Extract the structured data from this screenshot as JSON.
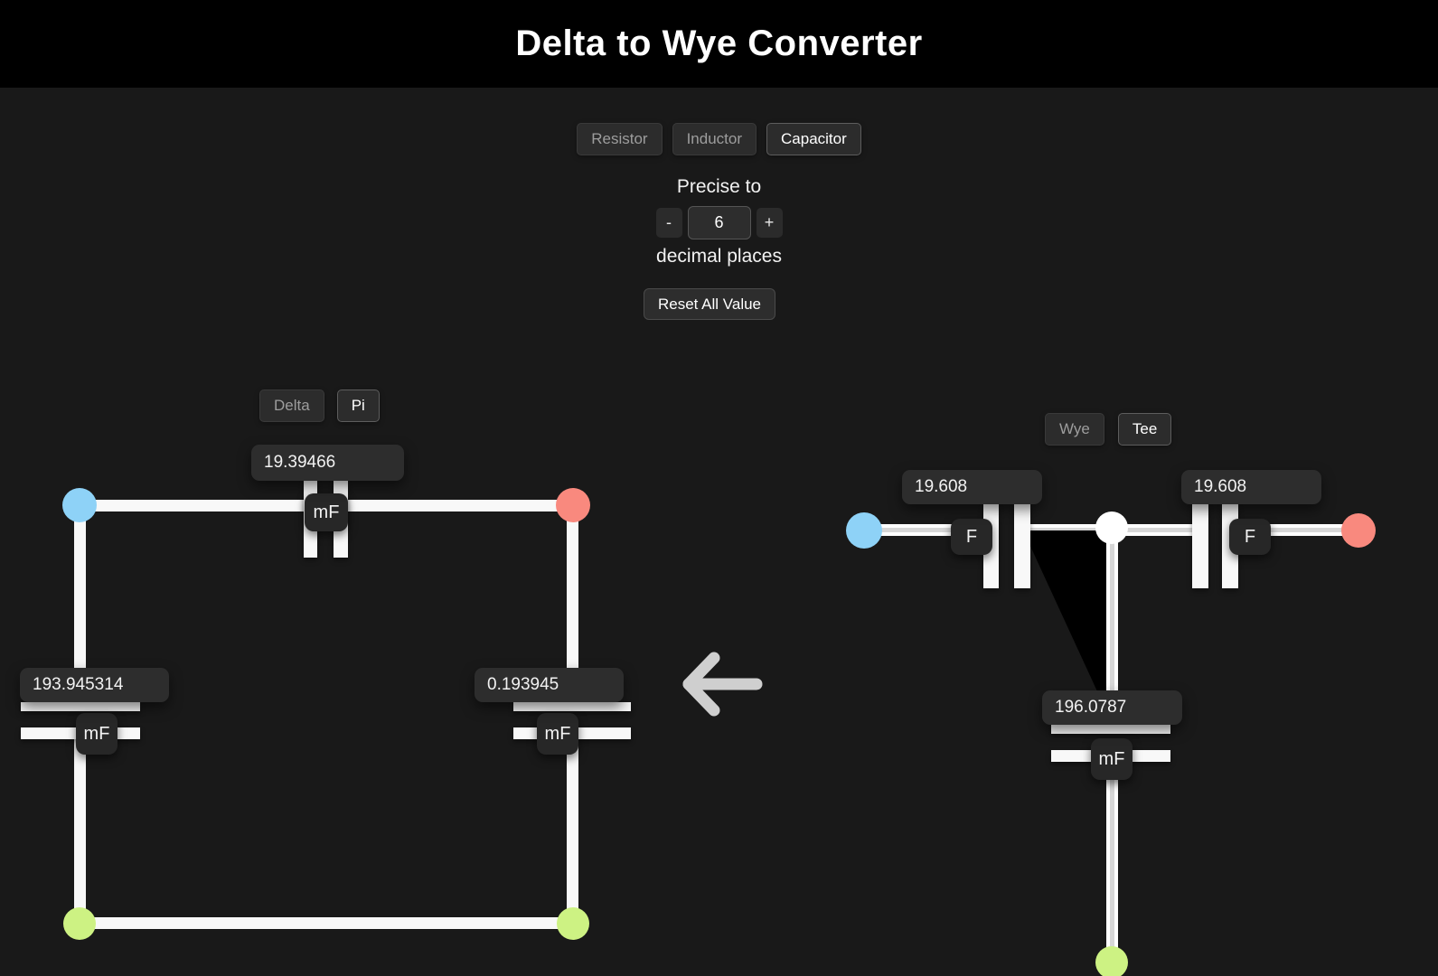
{
  "header": {
    "title": "Delta to Wye Converter"
  },
  "controls": {
    "component_tabs": [
      {
        "label": "Resistor",
        "selected": false
      },
      {
        "label": "Inductor",
        "selected": false
      },
      {
        "label": "Capacitor",
        "selected": true
      }
    ],
    "precision": {
      "label_top": "Precise to",
      "minus_label": "-",
      "value": "6",
      "plus_label": "+",
      "label_bottom": "decimal places"
    },
    "reset_button_label": "Reset All Value"
  },
  "left_circuit": {
    "mode_tabs": [
      {
        "label": "Delta",
        "selected": false
      },
      {
        "label": "Pi",
        "selected": true
      }
    ],
    "capacitors": {
      "top": {
        "value": "19.39466",
        "unit": "mF"
      },
      "left": {
        "value": "193.945314",
        "unit": "mF"
      },
      "right": {
        "value": "0.193945",
        "unit": "mF"
      }
    }
  },
  "right_circuit": {
    "mode_tabs": [
      {
        "label": "Wye",
        "selected": false
      },
      {
        "label": "Tee",
        "selected": true
      }
    ],
    "capacitors": {
      "left": {
        "value": "19.608",
        "unit": "F"
      },
      "right": {
        "value": "19.608",
        "unit": "F"
      },
      "bottom": {
        "value": "196.0787",
        "unit": "mF"
      }
    }
  },
  "colors": {
    "header_bg": "#000000",
    "page_bg": "#191919",
    "node_blue": "#8ed2f7",
    "node_red": "#f9897e",
    "node_green": "#cdf283",
    "node_white": "#ffffff",
    "wire": "#f8f8f8",
    "panel_bg": "#2d2d2d"
  }
}
